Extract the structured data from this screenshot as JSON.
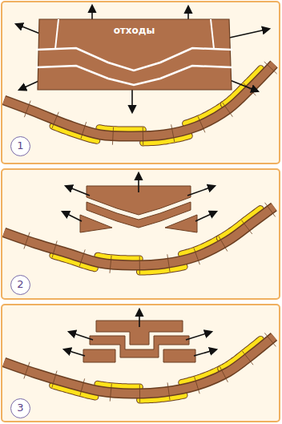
{
  "diagram": {
    "nodes": [
      {
        "text": [
          "отходы"
        ]
      },
      {
        "text": [
          "1"
        ]
      },
      {
        "text": [
          "2"
        ]
      },
      {
        "text": [
          "3"
        ]
      }
    ]
  }
}
